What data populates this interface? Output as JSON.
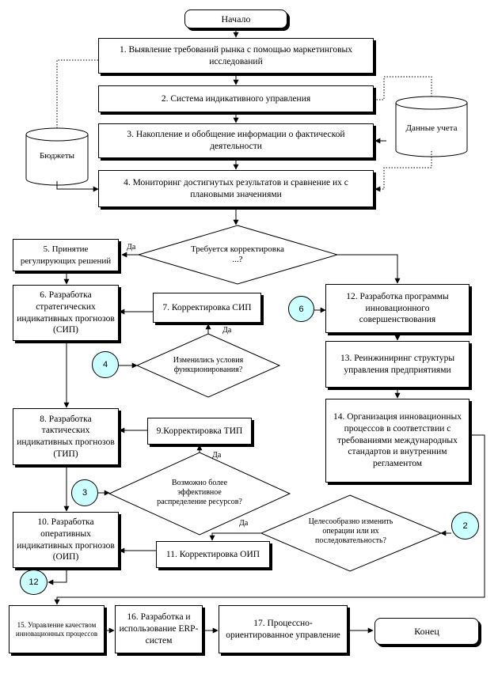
{
  "start": "Начало",
  "end": "Конец",
  "boxes": {
    "b1": "1. Выявление требований рынка с помощью маркетинговых исследований",
    "b2": "2. Система индикативного управления",
    "b3": "3. Накопление и обобщение информации о фактической деятельности",
    "b4": "4. Мониторинг достигнутых результатов и сравнение их с плановыми значениями",
    "b5": "5. Принятие регулирующих решений",
    "b6": "6. Разработка стратегических индикативных прогнозов (СИП)",
    "b7": "7. Корректировка СИП",
    "b8": "8. Разработка тактических индикативных прогнозов (ТИП)",
    "b9": "9.Корректировка ТИП",
    "b10": "10. Разработка оперативных индикативных прогнозов (ОИП)",
    "b11": "11. Корректировка ОИП",
    "b12": "12. Разработка программы инновационного совершенствования",
    "b13": "13. Реинжиниринг структуры управления предприятиями",
    "b14": "14. Организация инновационных процессов в соответствии с требованиями международных стандартов и внутренним регламентом",
    "b15": "15. Управление качеством инновационных процессов",
    "b16": "16. Разработка и использование ERP-систем",
    "b17": "17. Процессно-ориентированное управление"
  },
  "decisions": {
    "d1": "Требуется корректировка ...?",
    "d2": "Изменились условия функционирования?",
    "d3": "Возможно более эффективное распределение ресурсов?",
    "d4": "Целесообразно изменить операции или их последовательность?"
  },
  "stores": {
    "budgets": "Бюджеты",
    "accounting": "Данные учета"
  },
  "connectors": {
    "c6": "6",
    "c4": "4",
    "c3": "3",
    "c2": "2",
    "c12": "12"
  },
  "edge_labels": {
    "yes_d1": "Да",
    "yes_d2": "Да",
    "yes_d3": "Да",
    "yes_d4": "Да"
  }
}
